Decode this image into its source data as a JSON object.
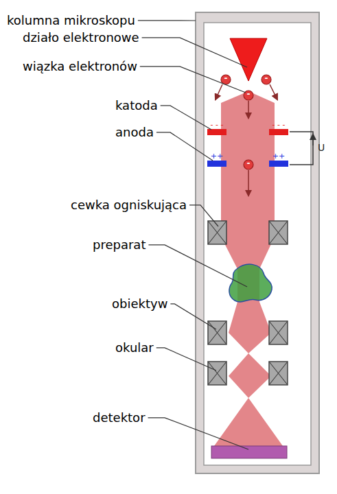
{
  "diagram": {
    "labels": [
      "kolumna mikroskopu",
      "działo elektronowe",
      "wiązka elektronów",
      "katoda",
      "anoda",
      "cewka ogniskująca",
      "preparat",
      "obiektyw",
      "okular",
      "detektor",
      "U",
      "- - -",
      "- - -",
      "++",
      "++",
      "-",
      "-",
      "-",
      "-"
    ]
  }
}
